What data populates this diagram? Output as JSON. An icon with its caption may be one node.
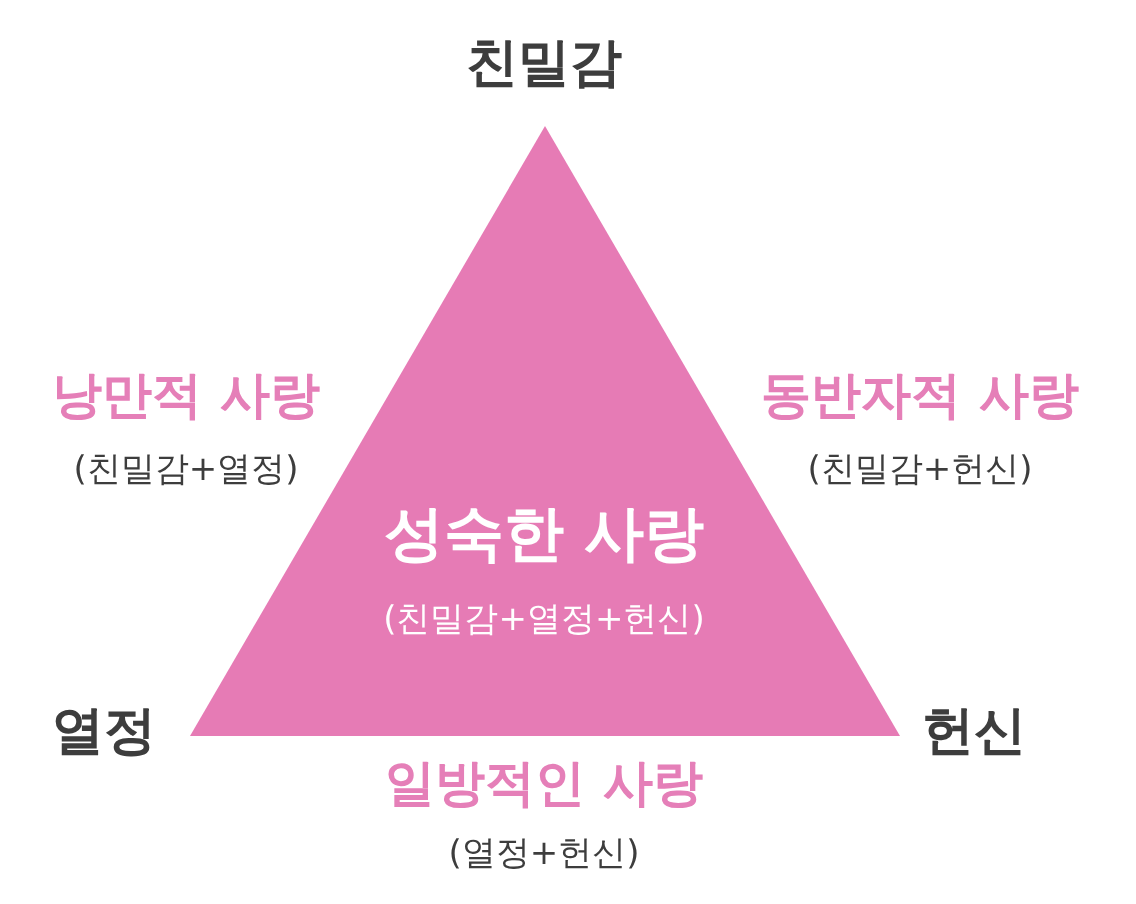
{
  "diagram": {
    "nodes": [
      {
        "text": [
          "성숙한 사랑",
          "(친밀감+열정+헌신)"
        ]
      }
    ],
    "labels": [
      "친밀감",
      "낭만적 사랑",
      "(친밀감+열정)",
      "동반자적 사랑",
      "(친밀감+헌신)",
      "열정",
      "헌신",
      "일방적인 사랑",
      "(열정+헌신)"
    ]
  }
}
